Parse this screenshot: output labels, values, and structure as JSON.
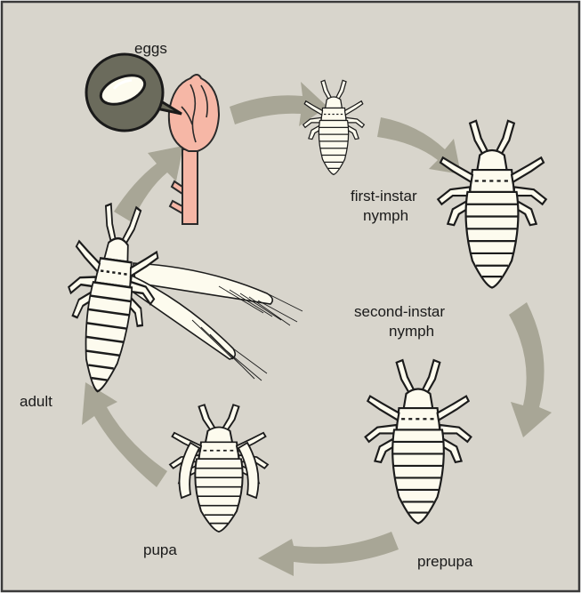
{
  "diagram": {
    "title": "",
    "colors": {
      "background": "#d8d5cc",
      "border": "#3a3a3a",
      "arrow": "#a8a696",
      "insect_fill": "#fdfbee",
      "insect_outline": "#1c1c1c",
      "bud": "#f6b7a6",
      "bud_outline": "#2a2a2a"
    },
    "stages": [
      {
        "id": "eggs",
        "label": "eggs",
        "icon": "egg-icon"
      },
      {
        "id": "first-instar",
        "label_lines": [
          "first-instar",
          "nymph"
        ],
        "icon": "nymph-icon"
      },
      {
        "id": "second-instar",
        "label_lines": [
          "second-instar",
          "nymph"
        ],
        "icon": "nymph-icon"
      },
      {
        "id": "prepupa",
        "label": "prepupa",
        "icon": "prepupa-icon"
      },
      {
        "id": "pupa",
        "label": "pupa",
        "icon": "pupa-icon"
      },
      {
        "id": "adult",
        "label": "adult",
        "icon": "winged-adult-icon"
      }
    ]
  }
}
